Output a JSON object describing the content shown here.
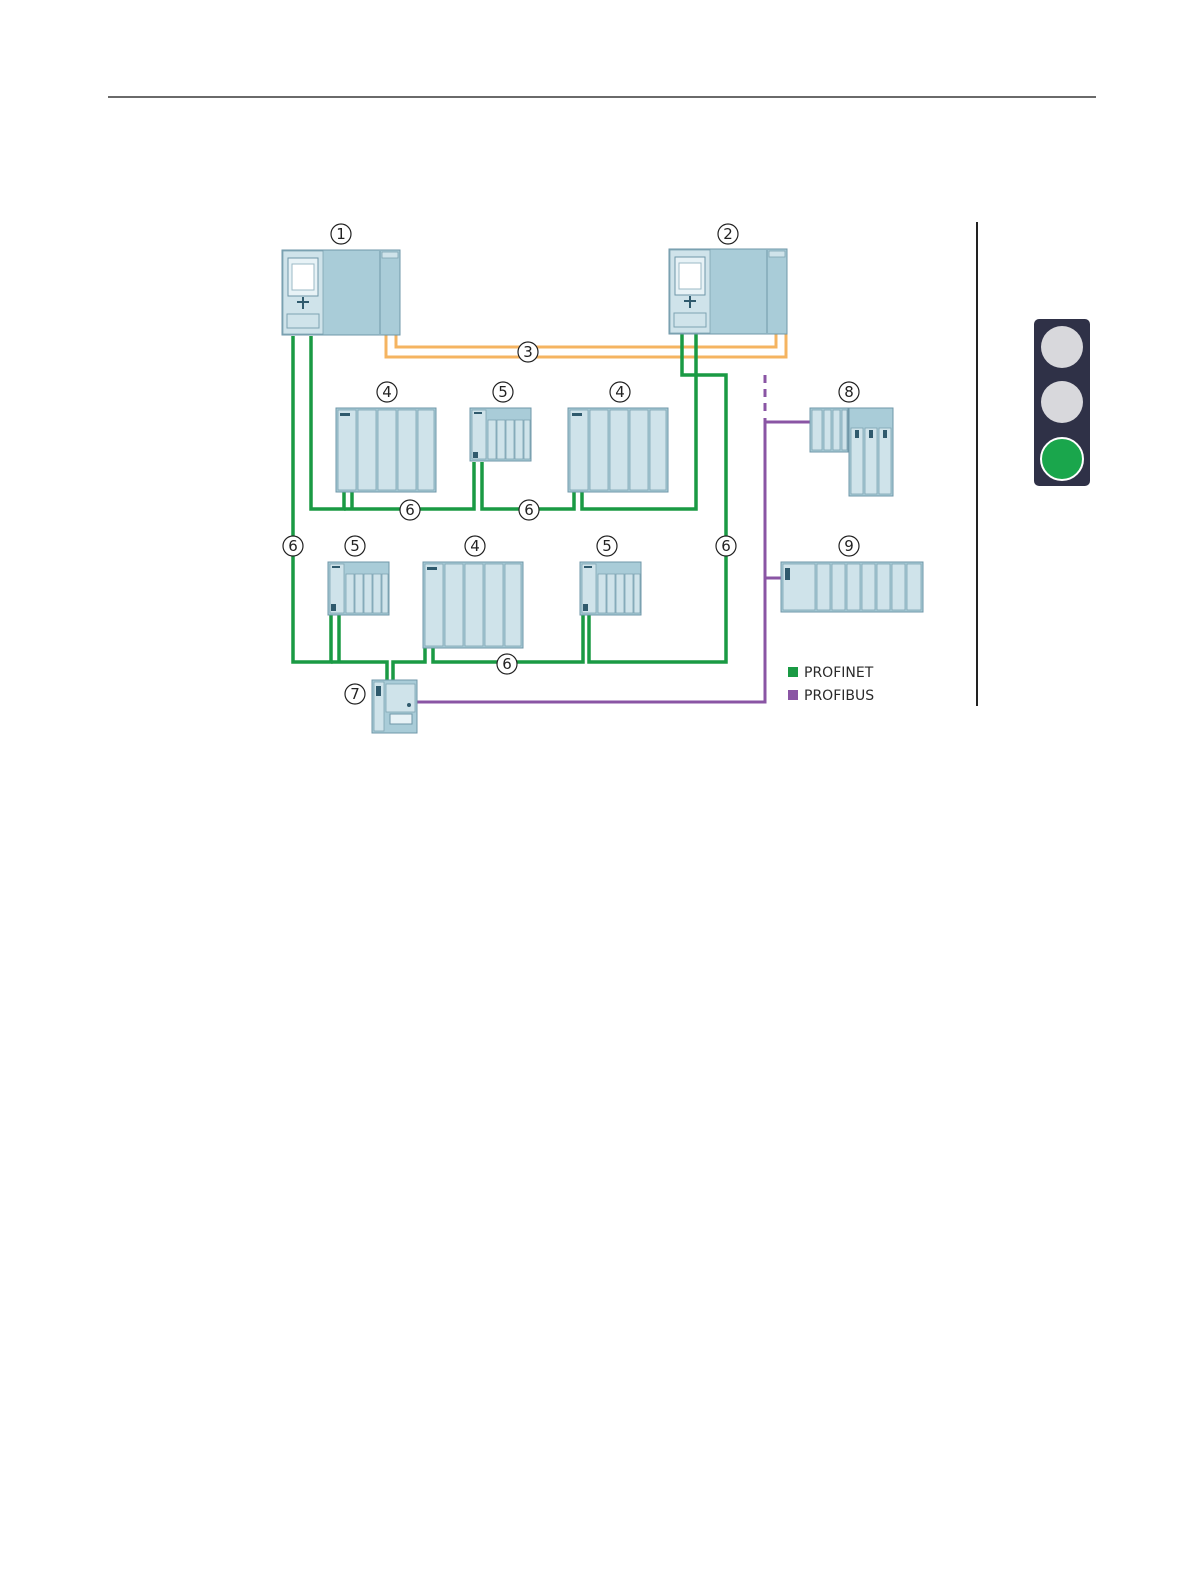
{
  "diagram": {
    "callouts": {
      "c1": "1",
      "c2": "2",
      "c3": "3",
      "c4a": "4",
      "c4b": "4",
      "c4c": "4",
      "c5a": "5",
      "c5b": "5",
      "c5c": "5",
      "c6a": "6",
      "c6b": "6",
      "c6c": "6",
      "c6d": "6",
      "c6e": "6",
      "c7": "7",
      "c8": "8",
      "c9": "9"
    },
    "legend": {
      "profinet": "PROFINET",
      "profibus": "PROFIBUS"
    },
    "colors": {
      "profinet": "#1a9a44",
      "profibus": "#8a55a4",
      "sync": "#f5b461",
      "device": "#a9ccd8"
    }
  },
  "status_light": {
    "lamps": [
      "off",
      "off",
      "on"
    ],
    "on_color": "#1aa64c",
    "off_color": "#d8d8dc",
    "housing_color": "#2f3147"
  }
}
